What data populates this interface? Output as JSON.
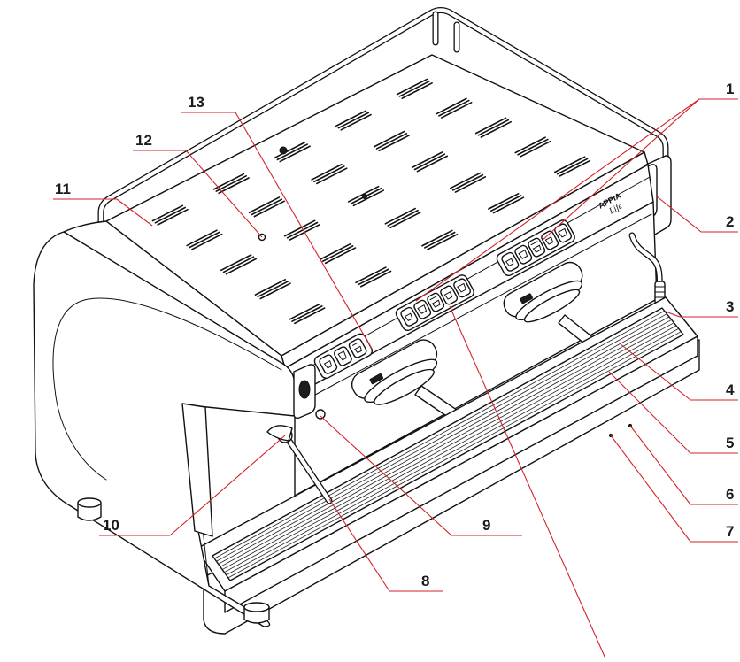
{
  "callout_color": "#d2232a",
  "callouts": [
    {
      "label": "1"
    },
    {
      "label": "2"
    },
    {
      "label": "3"
    },
    {
      "label": "4"
    },
    {
      "label": "5"
    },
    {
      "label": "6"
    },
    {
      "label": "7"
    },
    {
      "label": "8"
    },
    {
      "label": "9"
    },
    {
      "label": "10"
    },
    {
      "label": "11"
    },
    {
      "label": "12"
    },
    {
      "label": "13"
    }
  ],
  "logo": {
    "line1": "APPIA",
    "line2": "Life"
  }
}
